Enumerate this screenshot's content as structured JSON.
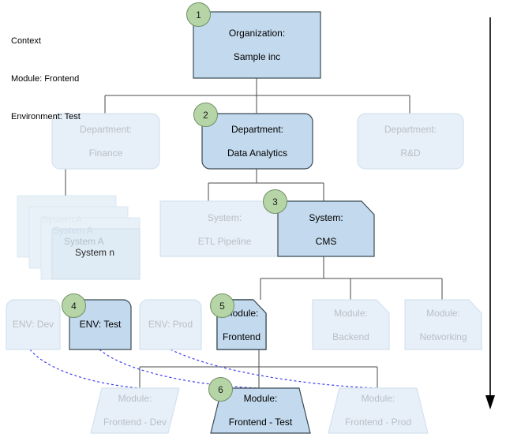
{
  "context": {
    "name": "context-block",
    "lines": [
      "Context",
      "Module: Frontend",
      "Environment: Test"
    ]
  },
  "colors": {
    "active_fill": "#c3d9ed",
    "active_stroke": "#3b4a55",
    "active_text": "#000000",
    "inactive_fill": "#e7eff8",
    "inactive_stroke": "#d5e2ee",
    "inactive_text": "#b9bfc6",
    "badge_fill": "#b5d5a7",
    "badge_stroke": "#6f8f63",
    "connector": "#4a4a4a",
    "dashed_link": "#3d3df0",
    "timeline_arrow": "#000000"
  },
  "nodes": {
    "organization": {
      "label_line1": "Organization:",
      "label_line2": "Sample inc",
      "badge": "1",
      "state": "active",
      "shape": "rect"
    },
    "departments": [
      {
        "label_line1": "Department:",
        "label_line2": "Finance",
        "badge": "",
        "state": "inactive",
        "shape": "rounded"
      },
      {
        "label_line1": "Department:",
        "label_line2": "Data Analytics",
        "badge": "2",
        "state": "active",
        "shape": "rounded"
      },
      {
        "label_line1": "Department:",
        "label_line2": "R&D",
        "badge": "",
        "state": "inactive",
        "shape": "rounded"
      }
    ],
    "systems": [
      {
        "label_line1": "System:",
        "label_line2": "ETL Pipeline",
        "badge": "",
        "state": "inactive",
        "shape": "bevel"
      },
      {
        "label_line1": "System:",
        "label_line2": "CMS",
        "badge": "3",
        "state": "active",
        "shape": "bevel"
      }
    ],
    "system_stack": {
      "name": "system-stack",
      "labels": [
        "System A",
        "System A",
        "System A",
        "System n"
      ],
      "count": 4
    },
    "environments": [
      {
        "label": "ENV: Dev",
        "badge": "",
        "state": "inactive"
      },
      {
        "label": "ENV: Test",
        "badge": "4",
        "state": "active"
      },
      {
        "label": "ENV: Prod",
        "badge": "",
        "state": "inactive"
      }
    ],
    "modules": [
      {
        "label_line1": "Module:",
        "label_line2": "Frontend",
        "badge": "5",
        "state": "active",
        "shape": "bevel"
      },
      {
        "label_line1": "Module:",
        "label_line2": "Backend",
        "badge": "",
        "state": "inactive",
        "shape": "bevel"
      },
      {
        "label_line1": "Module:",
        "label_line2": "Networking",
        "badge": "",
        "state": "inactive",
        "shape": "bevel"
      }
    ],
    "module_instances": [
      {
        "label_line1": "Module:",
        "label_line2": "Frontend - Dev",
        "badge": "",
        "state": "inactive",
        "shape": "trapezoid"
      },
      {
        "label_line1": "Module:",
        "label_line2": "Frontend - Test",
        "badge": "6",
        "state": "active",
        "shape": "trapezoid"
      },
      {
        "label_line1": "Module:",
        "label_line2": "Frontend - Prod",
        "badge": "",
        "state": "inactive",
        "shape": "trapezoid"
      }
    ]
  },
  "timeline": {
    "name": "timeline-arrow",
    "direction": "down"
  }
}
